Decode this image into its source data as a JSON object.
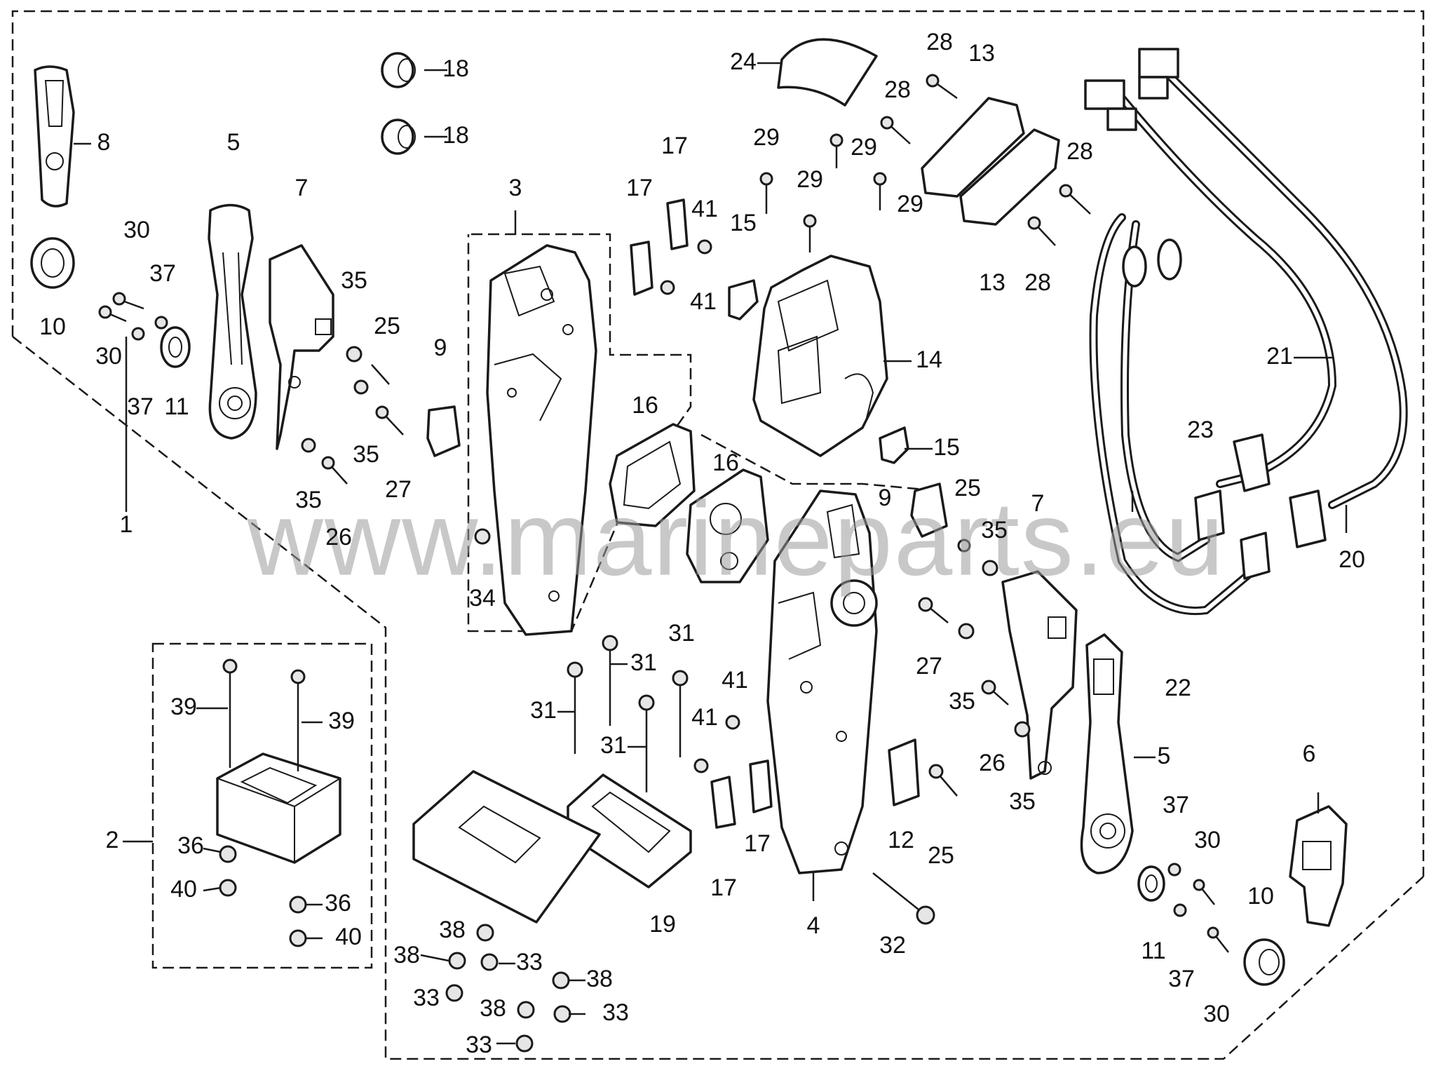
{
  "diagram": {
    "watermark": "www.marineparts.eu",
    "callouts": [
      {
        "id": "c8",
        "text": "8"
      },
      {
        "id": "c10a",
        "text": "10"
      },
      {
        "id": "c30a",
        "text": "30"
      },
      {
        "id": "c37a",
        "text": "37"
      },
      {
        "id": "c30b",
        "text": "30"
      },
      {
        "id": "c37b",
        "text": "37"
      },
      {
        "id": "c11a",
        "text": "11"
      },
      {
        "id": "c5a",
        "text": "5"
      },
      {
        "id": "c7a",
        "text": "7"
      },
      {
        "id": "c35a",
        "text": "35"
      },
      {
        "id": "c25a",
        "text": "25"
      },
      {
        "id": "c35b",
        "text": "35"
      },
      {
        "id": "c27a",
        "text": "27"
      },
      {
        "id": "c35c",
        "text": "35"
      },
      {
        "id": "c26a",
        "text": "26"
      },
      {
        "id": "c1",
        "text": "1"
      },
      {
        "id": "c18a",
        "text": "18"
      },
      {
        "id": "c18b",
        "text": "18"
      },
      {
        "id": "c9a",
        "text": "9"
      },
      {
        "id": "c3",
        "text": "3"
      },
      {
        "id": "c34",
        "text": "34"
      },
      {
        "id": "c17a",
        "text": "17"
      },
      {
        "id": "c17b",
        "text": "17"
      },
      {
        "id": "c41a",
        "text": "41"
      },
      {
        "id": "c41b",
        "text": "41"
      },
      {
        "id": "c15a",
        "text": "15"
      },
      {
        "id": "c16a",
        "text": "16"
      },
      {
        "id": "c24",
        "text": "24"
      },
      {
        "id": "c29a",
        "text": "29"
      },
      {
        "id": "c29b",
        "text": "29"
      },
      {
        "id": "c29c",
        "text": "29"
      },
      {
        "id": "c29d",
        "text": "29"
      },
      {
        "id": "c28a",
        "text": "28"
      },
      {
        "id": "c28b",
        "text": "28"
      },
      {
        "id": "c13a",
        "text": "13"
      },
      {
        "id": "c13b",
        "text": "13"
      },
      {
        "id": "c28c",
        "text": "28"
      },
      {
        "id": "c28d",
        "text": "28"
      },
      {
        "id": "c14",
        "text": "14"
      },
      {
        "id": "c15b",
        "text": "15"
      },
      {
        "id": "c21",
        "text": "21"
      },
      {
        "id": "c23",
        "text": "23"
      },
      {
        "id": "c20",
        "text": "20"
      },
      {
        "id": "c22",
        "text": "22"
      },
      {
        "id": "c16b",
        "text": "16"
      },
      {
        "id": "c9b",
        "text": "9"
      },
      {
        "id": "c25b",
        "text": "25"
      },
      {
        "id": "c7b",
        "text": "7"
      },
      {
        "id": "c35d",
        "text": "35"
      },
      {
        "id": "c27b",
        "text": "27"
      },
      {
        "id": "c35e",
        "text": "35"
      },
      {
        "id": "c26b",
        "text": "26"
      },
      {
        "id": "c35f",
        "text": "35"
      },
      {
        "id": "c5b",
        "text": "5"
      },
      {
        "id": "c6",
        "text": "6"
      },
      {
        "id": "c37c",
        "text": "37"
      },
      {
        "id": "c30c",
        "text": "30"
      },
      {
        "id": "c10b",
        "text": "10"
      },
      {
        "id": "c11b",
        "text": "11"
      },
      {
        "id": "c37d",
        "text": "37"
      },
      {
        "id": "c30d",
        "text": "30"
      },
      {
        "id": "c2",
        "text": "2"
      },
      {
        "id": "c39a",
        "text": "39"
      },
      {
        "id": "c39b",
        "text": "39"
      },
      {
        "id": "c36a",
        "text": "36"
      },
      {
        "id": "c40a",
        "text": "40"
      },
      {
        "id": "c36b",
        "text": "36"
      },
      {
        "id": "c40b",
        "text": "40"
      },
      {
        "id": "c31a",
        "text": "31"
      },
      {
        "id": "c31b",
        "text": "31"
      },
      {
        "id": "c31c",
        "text": "31"
      },
      {
        "id": "c31d",
        "text": "31"
      },
      {
        "id": "c41c",
        "text": "41"
      },
      {
        "id": "c41d",
        "text": "41"
      },
      {
        "id": "c17c",
        "text": "17"
      },
      {
        "id": "c17d",
        "text": "17"
      },
      {
        "id": "c19",
        "text": "19"
      },
      {
        "id": "c38a",
        "text": "38"
      },
      {
        "id": "c38b",
        "text": "38"
      },
      {
        "id": "c33a",
        "text": "33"
      },
      {
        "id": "c33b",
        "text": "33"
      },
      {
        "id": "c38c",
        "text": "38"
      },
      {
        "id": "c38d",
        "text": "38"
      },
      {
        "id": "c33c",
        "text": "33"
      },
      {
        "id": "c33d",
        "text": "33"
      },
      {
        "id": "c4",
        "text": "4"
      },
      {
        "id": "c12",
        "text": "12"
      },
      {
        "id": "c25c",
        "text": "25"
      },
      {
        "id": "c32",
        "text": "32"
      }
    ]
  }
}
